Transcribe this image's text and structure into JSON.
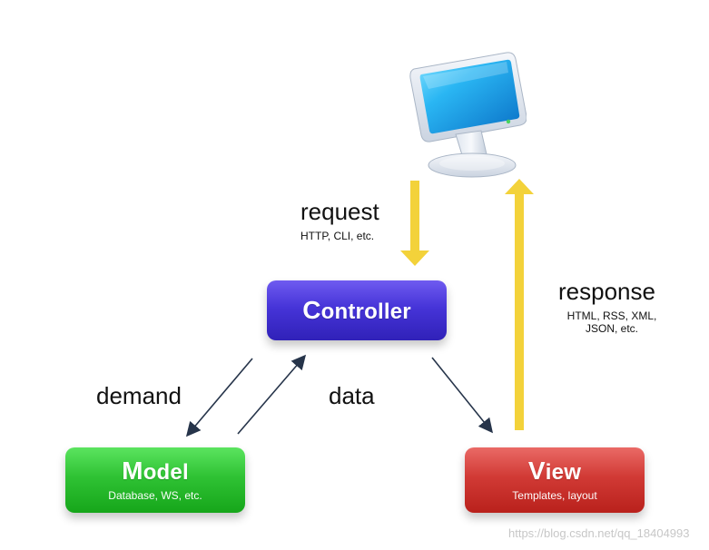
{
  "diagram": {
    "nodes": {
      "controller": {
        "title_initial": "C",
        "title_rest": "ontroller"
      },
      "model": {
        "title_initial": "M",
        "title_rest": "odel",
        "subtitle": "Database, WS, etc."
      },
      "view": {
        "title_initial": "V",
        "title_rest": "iew",
        "subtitle": "Templates, layout"
      }
    },
    "labels": {
      "request": "request",
      "request_sub": "HTTP, CLI, etc.",
      "response": "response",
      "response_sub": "HTML, RSS, XML,\nJSON, etc.",
      "demand": "demand",
      "data": "data"
    },
    "watermark": "https://blog.csdn.net/qq_18404993",
    "colors": {
      "arrow_yellow": "#f3d23a",
      "arrow_dark": "#26344a",
      "controller": "#4634d8",
      "model": "#2fc234",
      "view": "#d13a35"
    },
    "icons": {
      "client": "monitor-icon"
    }
  }
}
